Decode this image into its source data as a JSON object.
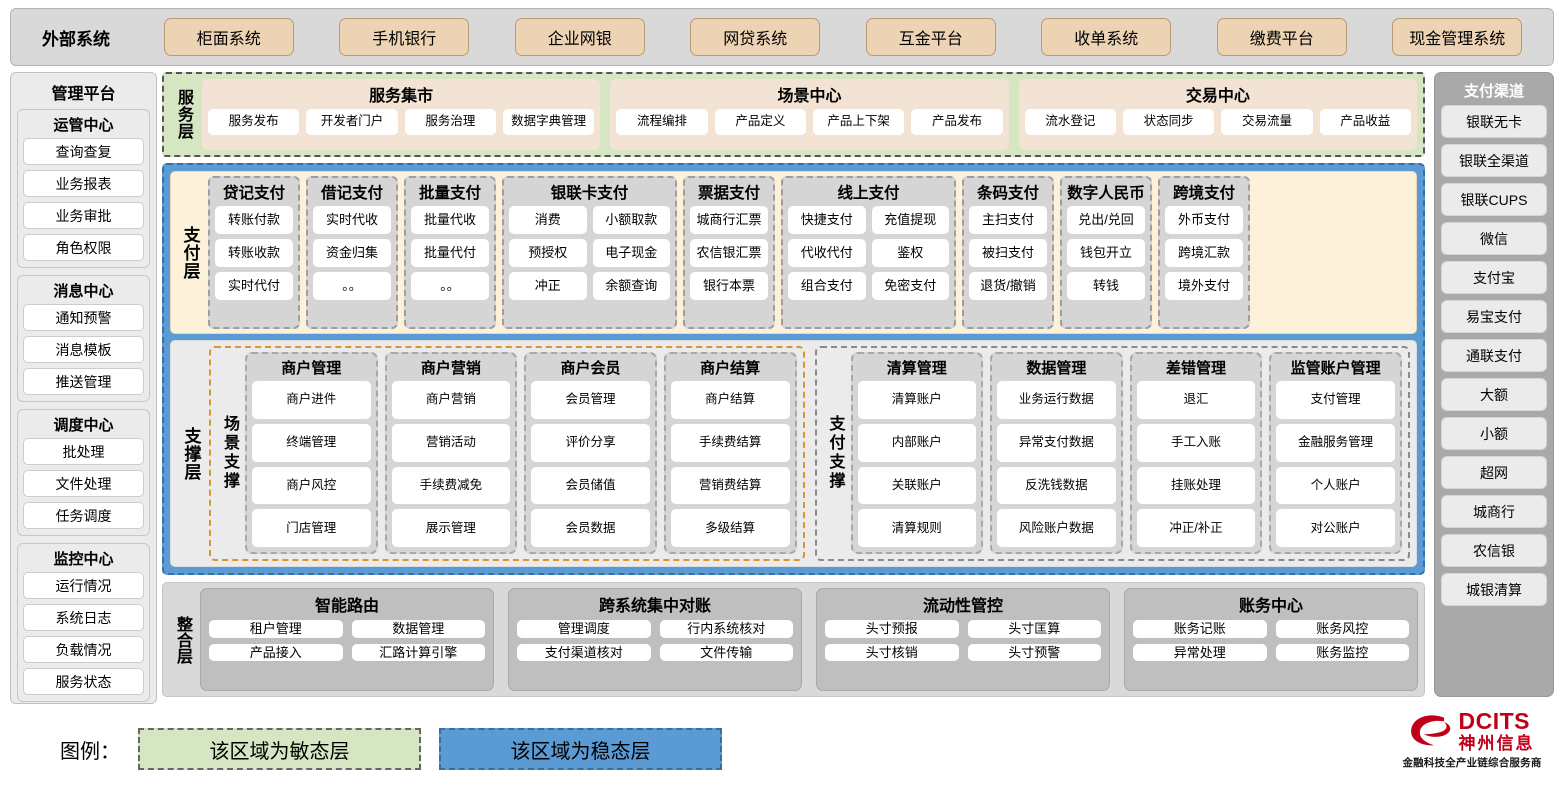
{
  "topbar": {
    "label": "外部系统",
    "items": [
      "柜面系统",
      "手机银行",
      "企业网银",
      "网贷系统",
      "互金平台",
      "收单系统",
      "缴费平台",
      "现金管理系统"
    ]
  },
  "left_sidebar": {
    "title": "管理平台",
    "groups": [
      {
        "title": "运管中心",
        "items": [
          "查询查复",
          "业务报表",
          "业务审批",
          "角色权限"
        ]
      },
      {
        "title": "消息中心",
        "items": [
          "通知预警",
          "消息模板",
          "推送管理"
        ]
      },
      {
        "title": "调度中心",
        "items": [
          "批处理",
          "文件处理",
          "任务调度"
        ]
      },
      {
        "title": "监控中心",
        "items": [
          "运行情况",
          "系统日志",
          "负载情况",
          "服务状态"
        ]
      }
    ]
  },
  "right_sidebar": {
    "title": "支付渠道",
    "items": [
      "银联无卡",
      "银联全渠道",
      "银联CUPS",
      "微信",
      "支付宝",
      "易宝支付",
      "通联支付",
      "大额",
      "小额",
      "超网",
      "城商行",
      "农信银",
      "城银清算"
    ]
  },
  "service_layer": {
    "label": "服务层",
    "groups": [
      {
        "title": "服务集市",
        "items": [
          "服务发布",
          "开发者门户",
          "服务治理",
          "数据字典管理"
        ]
      },
      {
        "title": "场景中心",
        "items": [
          "流程编排",
          "产品定义",
          "产品上下架",
          "产品发布"
        ]
      },
      {
        "title": "交易中心",
        "items": [
          "流水登记",
          "状态同步",
          "交易流量",
          "产品收益"
        ]
      }
    ]
  },
  "payment_layer": {
    "label": "支付层",
    "columns": [
      {
        "title": "贷记支付",
        "width": "w1",
        "rows": [
          [
            "转账付款"
          ],
          [
            "转账收款"
          ],
          [
            "实时代付"
          ]
        ]
      },
      {
        "title": "借记支付",
        "width": "w1",
        "rows": [
          [
            "实时代收"
          ],
          [
            "资金归集"
          ],
          [
            "。。"
          ]
        ]
      },
      {
        "title": "批量支付",
        "width": "w1",
        "rows": [
          [
            "批量代收"
          ],
          [
            "批量代付"
          ],
          [
            "。。"
          ]
        ]
      },
      {
        "title": "银联卡支付",
        "width": "w2",
        "rows": [
          [
            "消费",
            "小额取款"
          ],
          [
            "预授权",
            "电子现金"
          ],
          [
            "冲正",
            "余额查询"
          ]
        ]
      },
      {
        "title": "票据支付",
        "width": "w1",
        "rows": [
          [
            "城商行汇票"
          ],
          [
            "农信银汇票"
          ],
          [
            "银行本票"
          ]
        ]
      },
      {
        "title": "线上支付",
        "width": "w2",
        "rows": [
          [
            "快捷支付",
            "充值提现"
          ],
          [
            "代收代付",
            "鉴权"
          ],
          [
            "组合支付",
            "免密支付"
          ]
        ]
      },
      {
        "title": "条码支付",
        "width": "w1",
        "rows": [
          [
            "主扫支付"
          ],
          [
            "被扫支付"
          ],
          [
            "退货/撤销"
          ]
        ]
      },
      {
        "title": "数字人民币",
        "width": "w1",
        "rows": [
          [
            "兑出/兑回"
          ],
          [
            "钱包开立"
          ],
          [
            "转钱"
          ]
        ]
      },
      {
        "title": "跨境支付",
        "width": "w1",
        "rows": [
          [
            "外币支付"
          ],
          [
            "跨境汇款"
          ],
          [
            "境外支付"
          ]
        ]
      }
    ]
  },
  "support_layer": {
    "label": "支撑层",
    "sections": [
      {
        "label": "场景支撑",
        "style": "sec-scene",
        "columns": [
          {
            "title": "商户管理",
            "items": [
              "商户进件",
              "终端管理",
              "商户风控",
              "门店管理"
            ]
          },
          {
            "title": "商户营销",
            "items": [
              "商户营销",
              "营销活动",
              "手续费减免",
              "展示管理"
            ]
          },
          {
            "title": "商户会员",
            "items": [
              "会员管理",
              "评价分享",
              "会员储值",
              "会员数据"
            ]
          },
          {
            "title": "商户结算",
            "items": [
              "商户结算",
              "手续费结算",
              "营销费结算",
              "多级结算"
            ]
          }
        ]
      },
      {
        "label": "支付支撑",
        "style": "sec-pay",
        "columns": [
          {
            "title": "清算管理",
            "items": [
              "清算账户",
              "内部账户",
              "关联账户",
              "清算规则"
            ]
          },
          {
            "title": "数据管理",
            "items": [
              "业务运行数据",
              "异常支付数据",
              "反洗钱数据",
              "风险账户数据"
            ]
          },
          {
            "title": "差错管理",
            "items": [
              "退汇",
              "手工入账",
              "挂账处理",
              "冲正/补正"
            ]
          },
          {
            "title": "监管账户管理",
            "items": [
              "支付管理",
              "金融服务管理",
              "个人账户",
              "对公账户"
            ]
          }
        ]
      }
    ]
  },
  "integration_layer": {
    "label": "整合层",
    "groups": [
      {
        "title": "智能路由",
        "rows": [
          [
            "租户管理",
            "数据管理"
          ],
          [
            "产品接入",
            "汇路计算引擎"
          ]
        ]
      },
      {
        "title": "跨系统集中对账",
        "rows": [
          [
            "管理调度",
            "行内系统核对"
          ],
          [
            "支付渠道核对",
            "文件传输"
          ]
        ]
      },
      {
        "title": "流动性管控",
        "rows": [
          [
            "头寸预报",
            "头寸匡算"
          ],
          [
            "头寸核销",
            "头寸预警"
          ]
        ]
      },
      {
        "title": "账务中心",
        "rows": [
          [
            "账务记账",
            "账务风控"
          ],
          [
            "异常处理",
            "账务监控"
          ]
        ]
      }
    ]
  },
  "legend": {
    "label": "图例：",
    "agile_text": "该区域为敏态层",
    "stable_text": "该区域为稳态层",
    "agile_color": "#d6e6c3",
    "stable_color": "#5b9bd5"
  },
  "logo": {
    "en": "DCITS",
    "cn": "神州信息",
    "tagline": "金融科技全产业链综合服务商",
    "color": "#c00018"
  }
}
